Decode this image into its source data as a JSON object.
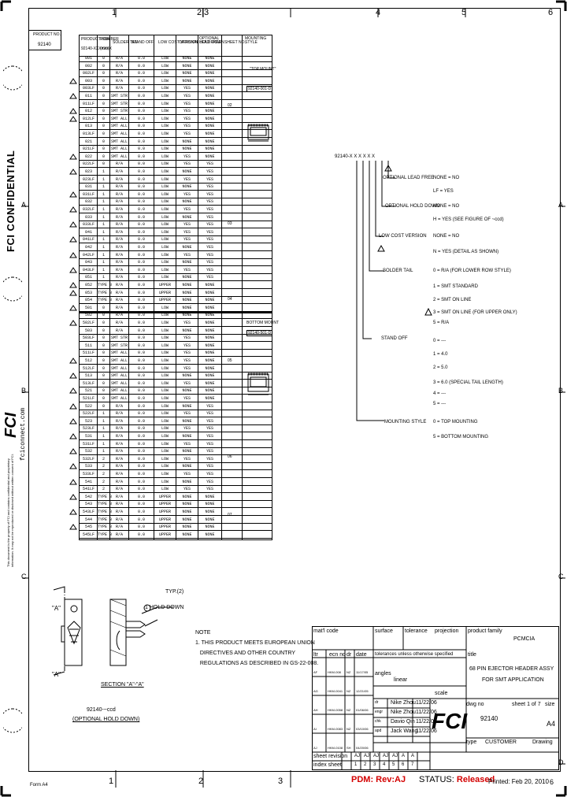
{
  "zones_top": [
    "1",
    "2|3",
    "4",
    "5",
    "6"
  ],
  "zones_bottom": [
    "1",
    "2",
    "3"
  ],
  "zones_side": [
    "A",
    "B",
    "C",
    "D"
  ],
  "side": {
    "confidential": "FCI CONFIDENTIAL",
    "brand": "FCI",
    "website": "fciconnect.com",
    "disclaimer": "This document is the property of FCI and contains confidential and proprietary information. It may not be reproduced or disclosed without written consent of FCI."
  },
  "product_box": {
    "label": "PRODUCT NO.",
    "value": "92140"
  },
  "table": {
    "headers": [
      "PRODUCT NUMBER",
      "ROW",
      "SOLDER TAIL",
      "STAND OFF",
      "LOW COST VERSION",
      "OPTIONAL HOLD DOWN",
      "OPTIONAL LEAD FREE",
      "SHEET NO.",
      "MOUNTING STYLE"
    ],
    "subheaders": [
      "92140-XXXXXXX",
      "(mm)"
    ],
    "rows": [
      [
        "001",
        "0",
        "R/A",
        "0.0",
        "LOW",
        "NONE",
        "NONE"
      ],
      [
        "002",
        "0",
        "R/A",
        "0.0",
        "LOW",
        "NONE",
        "NONE"
      ],
      [
        "002LF",
        "0",
        "R/A",
        "0.0",
        "LOW",
        "NONE",
        "NONE"
      ],
      [
        "003",
        "0",
        "R/A",
        "0.0",
        "LOW",
        "NONE",
        "NONE"
      ],
      [
        "003LF",
        "0",
        "R/A",
        "0.0",
        "LOW",
        "YES",
        "NONE"
      ],
      [
        "011",
        "0",
        "SMT STR",
        "0.0",
        "LOW",
        "YES",
        "NONE"
      ],
      [
        "011LF",
        "0",
        "SMT STR",
        "0.0",
        "LOW",
        "YES",
        "NONE"
      ],
      [
        "012",
        "0",
        "SMT STR",
        "0.0",
        "LOW",
        "YES",
        "NONE"
      ],
      [
        "012LF",
        "0",
        "SMT ALL",
        "0.0",
        "LOW",
        "YES",
        "NONE"
      ],
      [
        "013",
        "0",
        "SMT ALL",
        "0.0",
        "LOW",
        "YES",
        "NONE"
      ],
      [
        "013LF",
        "0",
        "SMT ALL",
        "0.0",
        "LOW",
        "YES",
        "NONE"
      ],
      [
        "021",
        "0",
        "SMT ALL",
        "0.0",
        "LOW",
        "NONE",
        "NONE"
      ],
      [
        "021LF",
        "0",
        "SMT ALL",
        "0.0",
        "LOW",
        "NONE",
        "NONE"
      ],
      [
        "022",
        "0",
        "SMT ALL",
        "0.0",
        "LOW",
        "YES",
        "NONE"
      ],
      [
        "022LF",
        "0",
        "R/A",
        "0.0",
        "LOW",
        "YES",
        "YES"
      ],
      [
        "023",
        "1",
        "R/A",
        "0.0",
        "LOW",
        "NONE",
        "YES"
      ],
      [
        "023LF",
        "1",
        "R/A",
        "0.0",
        "LOW",
        "YES",
        "YES"
      ],
      [
        "031",
        "1",
        "R/A",
        "0.0",
        "LOW",
        "NONE",
        "YES"
      ],
      [
        "031LF",
        "1",
        "R/A",
        "0.0",
        "LOW",
        "YES",
        "YES"
      ],
      [
        "032",
        "1",
        "R/A",
        "0.0",
        "LOW",
        "NONE",
        "YES"
      ],
      [
        "032LF",
        "1",
        "R/A",
        "0.0",
        "LOW",
        "YES",
        "YES"
      ],
      [
        "033",
        "1",
        "R/A",
        "0.0",
        "LOW",
        "NONE",
        "YES"
      ],
      [
        "033LF",
        "1",
        "R/A",
        "0.0",
        "LOW",
        "YES",
        "YES"
      ],
      [
        "041",
        "1",
        "R/A",
        "0.0",
        "LOW",
        "YES",
        "YES"
      ],
      [
        "041LF",
        "1",
        "R/A",
        "0.0",
        "LOW",
        "YES",
        "YES"
      ],
      [
        "042",
        "1",
        "R/A",
        "0.0",
        "LOW",
        "NONE",
        "YES"
      ],
      [
        "042LF",
        "1",
        "R/A",
        "0.0",
        "LOW",
        "YES",
        "YES"
      ],
      [
        "043",
        "1",
        "R/A",
        "0.0",
        "LOW",
        "NONE",
        "YES"
      ],
      [
        "043LF",
        "1",
        "R/A",
        "0.0",
        "LOW",
        "YES",
        "YES"
      ],
      [
        "051",
        "1",
        "R/A",
        "0.0",
        "LOW",
        "NONE",
        "YES"
      ],
      [
        "052",
        "TYPE 3",
        "R/A",
        "0.0",
        "UPPER",
        "NONE",
        "NONE"
      ],
      [
        "053",
        "TYPE 3",
        "R/A",
        "0.0",
        "UPPER",
        "NONE",
        "NONE"
      ],
      [
        "054",
        "TYPE 3",
        "R/A",
        "0.0",
        "UPPER",
        "NONE",
        "NONE"
      ],
      [
        "501",
        "0",
        "R/A",
        "0.0",
        "LOW",
        "NONE",
        "NONE"
      ],
      [
        "502",
        "0",
        "R/A",
        "0.0",
        "LOW",
        "NONE",
        "NONE"
      ],
      [
        "502LF",
        "0",
        "R/A",
        "0.0",
        "LOW",
        "YES",
        "NONE"
      ],
      [
        "503",
        "0",
        "R/A",
        "0.0",
        "LOW",
        "NONE",
        "NONE"
      ],
      [
        "503LF",
        "0",
        "SMT STR",
        "0.0",
        "LOW",
        "YES",
        "NONE"
      ],
      [
        "511",
        "0",
        "SMT STR",
        "0.0",
        "LOW",
        "YES",
        "NONE"
      ],
      [
        "511LF",
        "0",
        "SMT ALL",
        "0.0",
        "LOW",
        "YES",
        "NONE"
      ],
      [
        "512",
        "0",
        "SMT ALL",
        "0.0",
        "LOW",
        "YES",
        "NONE"
      ],
      [
        "512LF",
        "0",
        "SMT ALL",
        "0.0",
        "LOW",
        "YES",
        "NONE"
      ],
      [
        "513",
        "0",
        "SMT ALL",
        "0.0",
        "LOW",
        "NONE",
        "NONE"
      ],
      [
        "513LF",
        "0",
        "SMT ALL",
        "0.0",
        "LOW",
        "YES",
        "NONE"
      ],
      [
        "521",
        "0",
        "SMT ALL",
        "0.0",
        "LOW",
        "NONE",
        "NONE"
      ],
      [
        "521LF",
        "0",
        "SMT ALL",
        "0.0",
        "LOW",
        "YES",
        "NONE"
      ],
      [
        "522",
        "0",
        "R/A",
        "0.0",
        "LOW",
        "NONE",
        "YES"
      ],
      [
        "522LF",
        "1",
        "R/A",
        "0.0",
        "LOW",
        "YES",
        "YES"
      ],
      [
        "523",
        "1",
        "R/A",
        "0.0",
        "LOW",
        "NONE",
        "YES"
      ],
      [
        "523LF",
        "1",
        "R/A",
        "0.0",
        "LOW",
        "YES",
        "YES"
      ],
      [
        "531",
        "1",
        "R/A",
        "0.0",
        "LOW",
        "NONE",
        "YES"
      ],
      [
        "531LF",
        "1",
        "R/A",
        "0.0",
        "LOW",
        "YES",
        "YES"
      ],
      [
        "532",
        "1",
        "R/A",
        "0.0",
        "LOW",
        "NONE",
        "YES"
      ],
      [
        "532LF",
        "2",
        "R/A",
        "0.0",
        "LOW",
        "YES",
        "YES"
      ],
      [
        "533",
        "2",
        "R/A",
        "0.0",
        "LOW",
        "NONE",
        "YES"
      ],
      [
        "533LF",
        "2",
        "R/A",
        "0.0",
        "LOW",
        "YES",
        "YES"
      ],
      [
        "541",
        "2",
        "R/A",
        "0.0",
        "LOW",
        "NONE",
        "YES"
      ],
      [
        "541LF",
        "2",
        "R/A",
        "0.0",
        "LOW",
        "YES",
        "YES"
      ],
      [
        "542",
        "TYPE 3",
        "R/A",
        "0.0",
        "UPPER",
        "NONE",
        "NONE"
      ],
      [
        "543",
        "TYPE 3",
        "R/A",
        "0.0",
        "UPPER",
        "NONE",
        "NONE"
      ],
      [
        "543LF",
        "TYPE 3",
        "R/A",
        "0.0",
        "UPPER",
        "NONE",
        "NONE"
      ],
      [
        "544",
        "TYPE 3",
        "R/A",
        "0.0",
        "UPPER",
        "NONE",
        "NONE"
      ],
      [
        "545",
        "TYPE 3",
        "R/A",
        "0.0",
        "UPPER",
        "NONE",
        "NONE"
      ],
      [
        "545LF",
        "TYPE 3",
        "R/A",
        "0.0",
        "UPPER",
        "NONE",
        "NONE"
      ]
    ],
    "sheet_refs": [
      "02",
      "03",
      "04",
      "05",
      "06",
      "07"
    ],
    "mount_top": {
      "label": "\"TOP MOUNT\"",
      "ref": "92140-001-D"
    },
    "mount_bottom": {
      "label": "BOTTOM MOUNT",
      "ref": "92140-501-D"
    }
  },
  "pn_scheme": {
    "base": "92140-X X X X X X",
    "options": [
      {
        "title": "OPTIONAL LEAD FREE",
        "values": [
          "NONE = NO",
          "LF = YES"
        ]
      },
      {
        "title": "OPTIONAL HOLD DOWN",
        "values": [
          "NONE = NO",
          "H = YES (SEE FIGURE OF ~ccd)"
        ]
      },
      {
        "title": "LOW COST VERSION",
        "values": [
          "NONE = NO",
          "N = YES (DETAIL AS SHOWN)"
        ]
      },
      {
        "title": "SOLDER TAIL",
        "values": [
          "0 = R/A  (FOR LOWER ROW STYLE)",
          "1 = SMT STANDARD",
          "2 = SMT ON LINE",
          "3 = SMT ON LINE (FOR UPPER ONLY)",
          "5 = R/A"
        ]
      },
      {
        "title": "STAND OFF",
        "values": [
          "0 = ---",
          "1 = 4.0",
          "2 = 5.0",
          "3 = 6.0 (SPECIAL TAIL LENGTH)",
          "4 = ---",
          "5 = ---"
        ]
      },
      {
        "title": "MOUNTING STYLE",
        "values": [
          "0 = TOP MOUNTING",
          "5 = BOTTOM MOUNTING"
        ]
      }
    ]
  },
  "detail": {
    "typ": "TYP.(2)",
    "hold": "1 HOLD DOWN",
    "section": "SECTION \"A\"-\"A\"",
    "caption1": "92140-~ccd",
    "caption2": "(OPTIONAL HOLD DOWN)",
    "markA": "\"A\""
  },
  "note": {
    "title": "NOTE",
    "lines": [
      "1. THIS PRODUCT MEETS EUROPEAN UNION",
      "   DIRECTIVES AND OTHER COUNTRY",
      "   REGULATIONS AS DESCRIBED IN GS-22-008."
    ]
  },
  "title_block": {
    "mat_code": "mat'l code",
    "surface": "surface",
    "tolerance": "tolerance",
    "projection": "projection",
    "product_family": "product family",
    "family_value": "PCMCIA",
    "ltr": "ltr",
    "ecn": "ecn no",
    "dr": "dr",
    "date": "date",
    "tolerances_unless": "tolerances unless otherwise specified",
    "title_label": "title",
    "title_1": "68 PIN EJECTOR HEADER ASSY",
    "title_2": "FOR SMT APPLICATION",
    "angles": "angles",
    "linear": "linear",
    "scale": "scale",
    "revs": [
      {
        "ltr": "AF",
        "ecn": "HKM-008",
        "dr": "NZ",
        "date": "11/17/05"
      },
      {
        "ltr": "AG",
        "ecn": "HKM-0041",
        "dr": "NZ",
        "date": "12/21/05"
      },
      {
        "ltr": "AH",
        "ecn": "HKM-0058",
        "dr": "NZ",
        "date": "01/06/06"
      },
      {
        "ltr": "AI",
        "ecn": "HKM-0083",
        "dr": "NZ",
        "date": "03/10/06"
      },
      {
        "ltr": "AJ",
        "ecn": "HKM-0108",
        "dr": "SH",
        "date": "04/20/06"
      }
    ],
    "people": [
      {
        "role": "dr",
        "name": "Nike Zhou",
        "date": "11/22/06"
      },
      {
        "role": "engr",
        "name": "Nike Zhou",
        "date": "11/22/06"
      },
      {
        "role": "chk",
        "name": "Davio Qin",
        "date": "11/22/06"
      },
      {
        "role": "apd",
        "name": "Jack Wang",
        "date": "11/22/06"
      }
    ],
    "dwg_no_label": "dwg no",
    "dwg_no": "92140",
    "sheet_label": "sheet 1 of 7",
    "size_label": "size",
    "size": "A4",
    "type_label": "type",
    "type_value": "CUSTOMER",
    "drawing": "Drawing",
    "sheet_rev": "sheet revision",
    "sheet_rev_values": [
      "AJ",
      "AJ",
      "AJ",
      "AJ",
      "AJ",
      "A",
      "A"
    ],
    "index_sheet": "index sheet",
    "index_values": [
      "1",
      "2",
      "3",
      "4",
      "5",
      "6",
      "7"
    ]
  },
  "footer": {
    "form": "Form A4",
    "pdm_label": "PDM:",
    "pdm_value": "Rev:AJ",
    "status_label": "STATUS:",
    "status_value": "Released",
    "printed": "Printed: Feb 20, 2010",
    "num": "6"
  },
  "colors": {
    "pdm": "#d40000",
    "line": "#000000"
  }
}
